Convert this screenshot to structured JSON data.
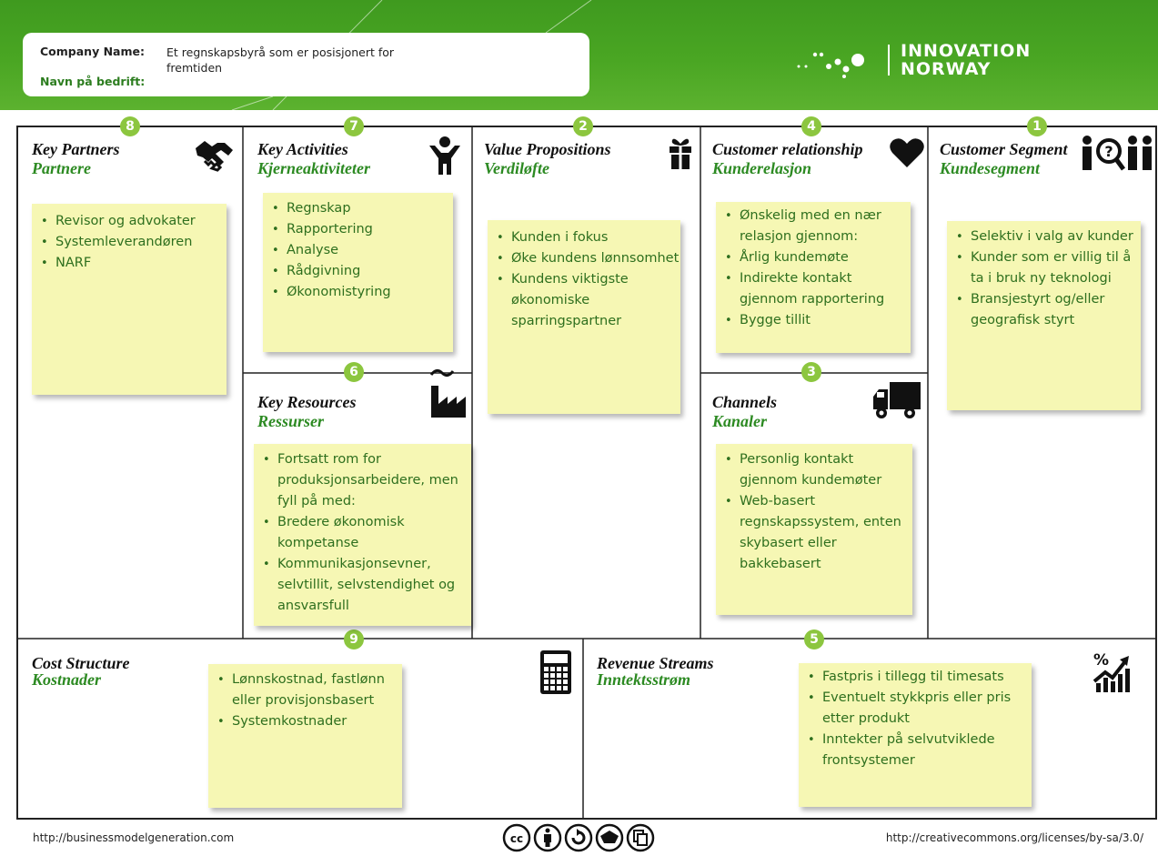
{
  "header": {
    "company_label": "Company Name:",
    "company_label_no": "Navn på bedrift:",
    "company_value": "Et regnskapsbyrå som er posisjonert for fremtiden",
    "logo_line1": "INNOVATION",
    "logo_line2": "NORWAY",
    "colors": {
      "header_green": "#4aa623",
      "badge_green": "#8cc63f",
      "note_yellow": "#f6f7b4",
      "text_green": "#2e6f1e"
    }
  },
  "blocks": {
    "key_partners": {
      "number": "8",
      "title": "Key Partners",
      "subtitle": "Partnere",
      "icon": "handshake-icon",
      "items": [
        "Revisor og advokater",
        "Systemleverandøren",
        "NARF"
      ]
    },
    "key_activities": {
      "number": "7",
      "title": "Key Activities",
      "subtitle": "Kjerneaktiviteter",
      "icon": "person-icon",
      "items": [
        "Regnskap",
        "Rapportering",
        "Analyse",
        "Rådgivning",
        "Økonomistyring"
      ]
    },
    "key_resources": {
      "number": "6",
      "title": "Key Resources",
      "subtitle": "Ressurser",
      "icon": "factory-icon",
      "items": [
        "Fortsatt rom for produksjonsarbeidere, men fyll på med:",
        "Bredere økonomisk kompetanse",
        "Kommunikasjonsevner, selvtillit, selvstendighet og ansvarsfull"
      ]
    },
    "value_propositions": {
      "number": "2",
      "title": "Value Propositions",
      "subtitle": "Verdiløfte",
      "icon": "gift-icon",
      "items": [
        "Kunden i fokus",
        "Øke kundens lønnsomhet",
        "Kundens viktigste økonomiske sparringspartner"
      ]
    },
    "customer_relationship": {
      "number": "4",
      "title": "Customer relationship",
      "subtitle": "Kunderelasjon",
      "icon": "heart-icon",
      "items": [
        "Ønskelig med en nær relasjon gjennom:",
        "Årlig kundemøte",
        "Indirekte kontakt gjennom rapportering",
        "Bygge tillit"
      ]
    },
    "channels": {
      "number": "3",
      "title": "Channels",
      "subtitle": "Kanaler",
      "icon": "truck-icon",
      "items": [
        "Personlig kontakt gjennom kundemøter",
        "Web-basert regnskapssystem, enten skybasert eller bakkebasert"
      ]
    },
    "customer_segment": {
      "number": "1",
      "title": "Customer Segment",
      "subtitle": "Kundesegment",
      "icon": "people-search-icon",
      "items": [
        "Selektiv i valg av kunder",
        "Kunder som er villig til å ta i bruk ny teknologi",
        "Bransjestyrt og/eller geografisk styrt"
      ]
    },
    "cost_structure": {
      "number": "9",
      "title": "Cost Structure",
      "subtitle": "Kostnader",
      "icon": "calculator-icon",
      "items": [
        "Lønnskostnad, fastlønn eller provisjonsbasert",
        "Systemkostnader"
      ]
    },
    "revenue_streams": {
      "number": "5",
      "title": "Revenue Streams",
      "subtitle": "Inntektsstrøm",
      "icon": "revenue-chart-icon",
      "items": [
        "Fastpris i tillegg til timesats",
        "Eventuelt stykkpris eller pris etter produkt",
        "Inntekter på selvutviklede frontsystemer"
      ]
    }
  },
  "footer": {
    "left_url": "http://businessmodelgeneration.com",
    "right_url": "http://creativecommons.org/licenses/by-sa/3.0/",
    "cc_icons": [
      "cc-icon",
      "by-icon",
      "sa-icon",
      "nc-icon",
      "nd-icon"
    ]
  }
}
